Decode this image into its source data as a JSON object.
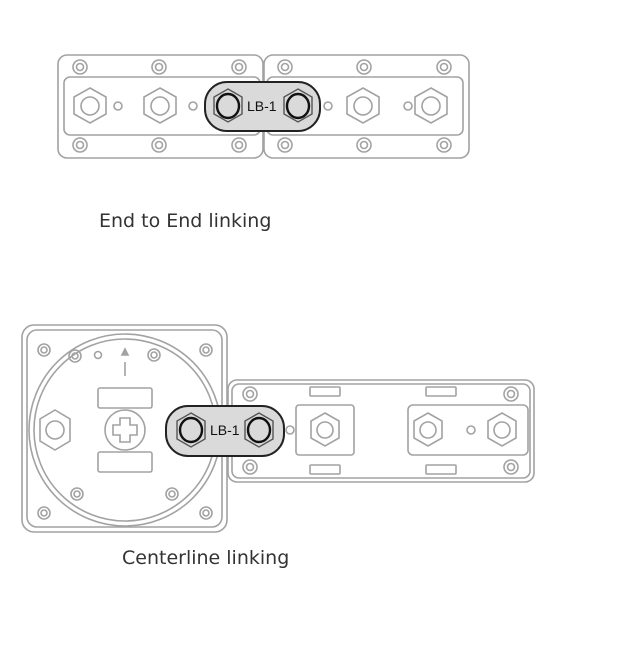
{
  "captions": {
    "end_to_end": "End to End linking",
    "centerline": "Centerline linking"
  },
  "link_bar": {
    "label": "LB-1"
  },
  "colors": {
    "outline": "#9a9a9a",
    "bar_fill": "#d9d9d9",
    "bar_stroke": "#222222",
    "caption_text": "#333333"
  }
}
